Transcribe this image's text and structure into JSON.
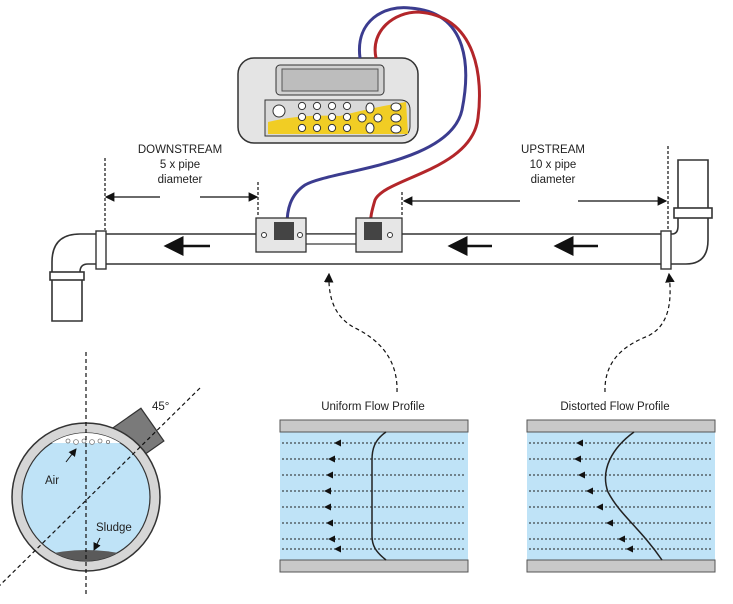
{
  "downstream": {
    "title": "DOWNSTREAM",
    "distance": "5 x pipe",
    "unit": "diameter"
  },
  "upstream": {
    "title": "UPSTREAM",
    "distance": "10 x pipe",
    "unit": "diameter"
  },
  "profiles": {
    "uniform_title": "Uniform Flow Profile",
    "distorted_title": "Distorted Flow Profile"
  },
  "cross_section": {
    "angle_label": "45°",
    "air_label": "Air",
    "sludge_label": "Sludge"
  },
  "colors": {
    "blue_cable": "#3b3c8f",
    "red_cable": "#b3262a",
    "keypad_accent": "#f2cc1a",
    "fluid": "#bfe3f7",
    "wall": "#c8c8c8"
  }
}
